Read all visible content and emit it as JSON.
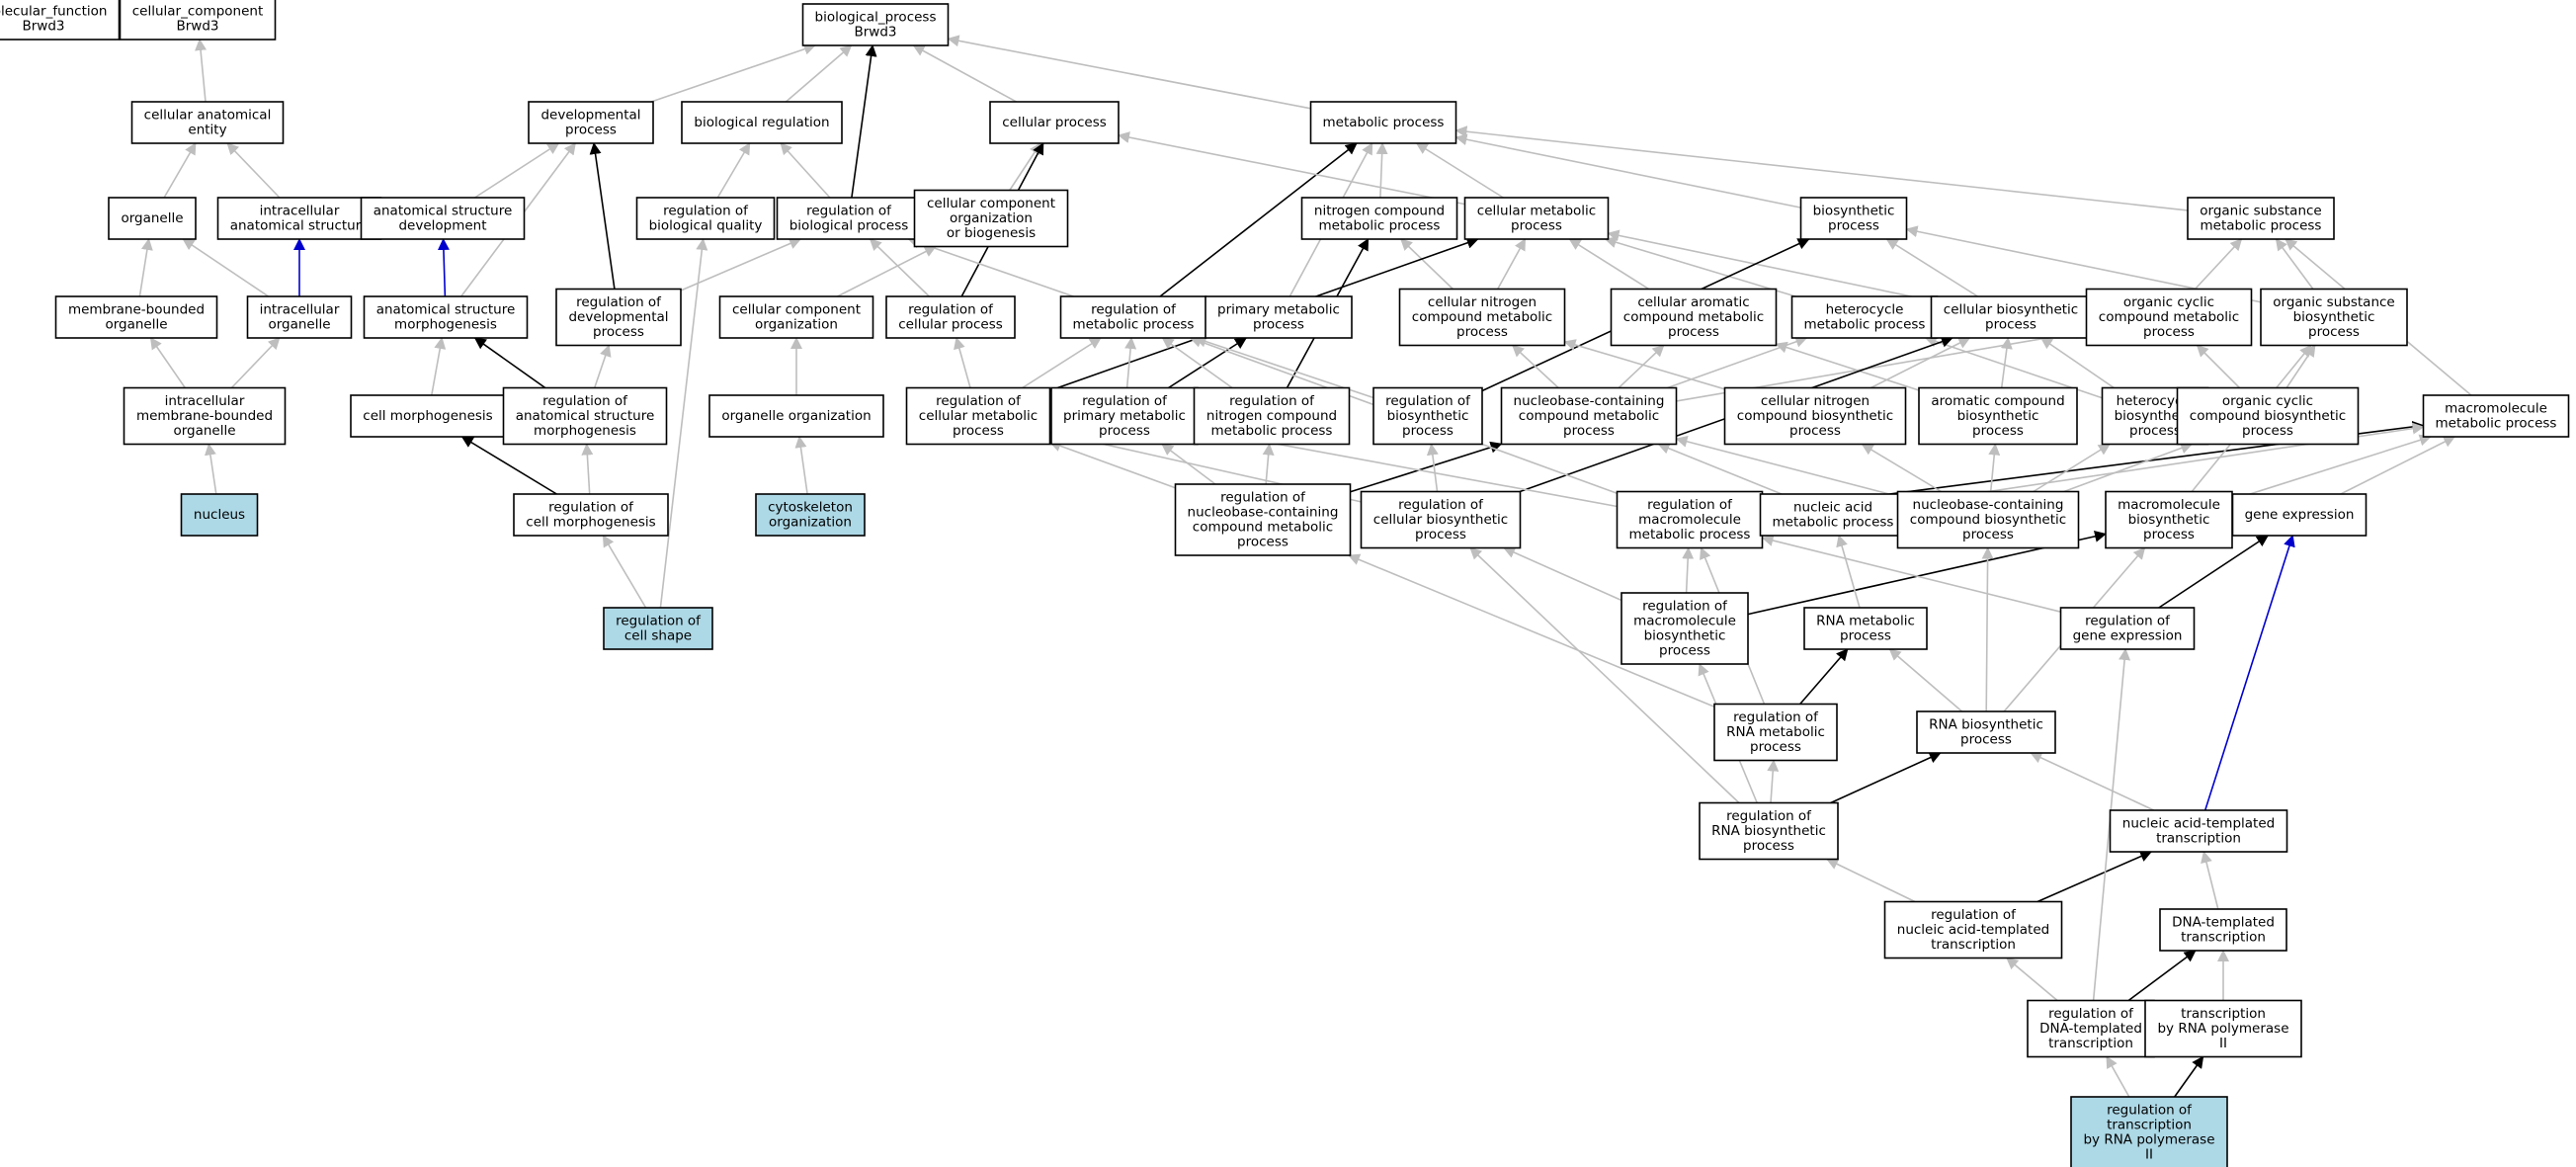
{
  "colors": {
    "node_fill": "#ffffff",
    "highlight_fill": "#add8e6",
    "edge_is_a": "#bebebe",
    "edge_regulates": "#000000",
    "edge_part_of": "#0000cd"
  },
  "nodes": [
    {
      "id": "mf",
      "lines": [
        "molecular_function",
        "Brwd3"
      ]
    },
    {
      "id": "cc",
      "lines": [
        "cellular_component",
        "Brwd3"
      ]
    },
    {
      "id": "bp",
      "lines": [
        "biological_process",
        "Brwd3"
      ]
    },
    {
      "id": "cae",
      "lines": [
        "cellular anatomical",
        "entity"
      ]
    },
    {
      "id": "devp",
      "lines": [
        "developmental",
        "process"
      ]
    },
    {
      "id": "biored",
      "lines": [
        "biological regulation"
      ]
    },
    {
      "id": "cellp",
      "lines": [
        "cellular process"
      ]
    },
    {
      "id": "metp",
      "lines": [
        "metabolic process"
      ]
    },
    {
      "id": "organelle",
      "lines": [
        "organelle"
      ]
    },
    {
      "id": "ias",
      "lines": [
        "intracellular",
        "anatomical structure"
      ]
    },
    {
      "id": "asd",
      "lines": [
        "anatomical structure",
        "development"
      ]
    },
    {
      "id": "rbq",
      "lines": [
        "regulation of",
        "biological quality"
      ]
    },
    {
      "id": "rbp",
      "lines": [
        "regulation of",
        "biological process"
      ]
    },
    {
      "id": "ccob",
      "lines": [
        "cellular component",
        "organization",
        "or biogenesis"
      ]
    },
    {
      "id": "ncmp",
      "lines": [
        "nitrogen compound",
        "metabolic process"
      ]
    },
    {
      "id": "cmp",
      "lines": [
        "cellular metabolic",
        "process"
      ]
    },
    {
      "id": "biosyn",
      "lines": [
        "biosynthetic",
        "process"
      ]
    },
    {
      "id": "osmp",
      "lines": [
        "organic substance",
        "metabolic process"
      ]
    },
    {
      "id": "mbo",
      "lines": [
        "membrane-bounded",
        "organelle"
      ]
    },
    {
      "id": "io",
      "lines": [
        "intracellular",
        "organelle"
      ]
    },
    {
      "id": "asm",
      "lines": [
        "anatomical structure",
        "morphogenesis"
      ]
    },
    {
      "id": "rdp",
      "lines": [
        "regulation of",
        "developmental",
        "process"
      ]
    },
    {
      "id": "cco",
      "lines": [
        "cellular component",
        "organization"
      ]
    },
    {
      "id": "rcp",
      "lines": [
        "regulation of",
        "cellular process"
      ]
    },
    {
      "id": "rmp",
      "lines": [
        "regulation of",
        "metabolic process"
      ]
    },
    {
      "id": "pmp",
      "lines": [
        "primary metabolic",
        "process"
      ]
    },
    {
      "id": "cncmp",
      "lines": [
        "cellular nitrogen",
        "compound metabolic",
        "process"
      ]
    },
    {
      "id": "camp",
      "lines": [
        "cellular aromatic",
        "compound metabolic",
        "process"
      ]
    },
    {
      "id": "hmp",
      "lines": [
        "heterocycle",
        "metabolic process"
      ]
    },
    {
      "id": "cbp",
      "lines": [
        "cellular biosynthetic",
        "process"
      ]
    },
    {
      "id": "occmp",
      "lines": [
        "organic cyclic",
        "compound metabolic",
        "process"
      ]
    },
    {
      "id": "osbp",
      "lines": [
        "organic substance",
        "biosynthetic",
        "process"
      ]
    },
    {
      "id": "imbo",
      "lines": [
        "intracellular",
        "membrane-bounded",
        "organelle"
      ]
    },
    {
      "id": "cm",
      "lines": [
        "cell morphogenesis"
      ]
    },
    {
      "id": "rasm",
      "lines": [
        "regulation of",
        "anatomical structure",
        "morphogenesis"
      ]
    },
    {
      "id": "oo",
      "lines": [
        "organelle organization"
      ]
    },
    {
      "id": "rcmp",
      "lines": [
        "regulation of",
        "cellular metabolic",
        "process"
      ]
    },
    {
      "id": "rpmp",
      "lines": [
        "regulation of",
        "primary metabolic",
        "process"
      ]
    },
    {
      "id": "rncmp",
      "lines": [
        "regulation of",
        "nitrogen compound",
        "metabolic process"
      ]
    },
    {
      "id": "rbiosyn",
      "lines": [
        "regulation of",
        "biosynthetic",
        "process"
      ]
    },
    {
      "id": "nbcmp",
      "lines": [
        "nucleobase-containing",
        "compound metabolic",
        "process"
      ]
    },
    {
      "id": "cncbp",
      "lines": [
        "cellular nitrogen",
        "compound biosynthetic",
        "process"
      ]
    },
    {
      "id": "acbp",
      "lines": [
        "aromatic compound",
        "biosynthetic",
        "process"
      ]
    },
    {
      "id": "hbp",
      "lines": [
        "heterocycle",
        "biosynthetic",
        "process"
      ]
    },
    {
      "id": "occbp",
      "lines": [
        "organic cyclic",
        "compound biosynthetic",
        "process"
      ]
    },
    {
      "id": "mmp",
      "lines": [
        "macromolecule",
        "metabolic process"
      ]
    },
    {
      "id": "nucleus",
      "lines": [
        "nucleus"
      ],
      "highlight": true
    },
    {
      "id": "rcm",
      "lines": [
        "regulation of",
        "cell morphogenesis"
      ]
    },
    {
      "id": "co",
      "lines": [
        "cytoskeleton",
        "organization"
      ],
      "highlight": true
    },
    {
      "id": "rnbcmp",
      "lines": [
        "regulation of",
        "nucleobase-containing",
        "compound metabolic",
        "process"
      ]
    },
    {
      "id": "rcbp",
      "lines": [
        "regulation of",
        "cellular biosynthetic",
        "process"
      ]
    },
    {
      "id": "rmmp",
      "lines": [
        "regulation of",
        "macromolecule",
        "metabolic process"
      ]
    },
    {
      "id": "namp",
      "lines": [
        "nucleic acid",
        "metabolic process"
      ]
    },
    {
      "id": "nbcbp",
      "lines": [
        "nucleobase-containing",
        "compound biosynthetic",
        "process"
      ]
    },
    {
      "id": "mbp",
      "lines": [
        "macromolecule",
        "biosynthetic",
        "process"
      ]
    },
    {
      "id": "ge",
      "lines": [
        "gene expression"
      ]
    },
    {
      "id": "rcs",
      "lines": [
        "regulation of",
        "cell shape"
      ],
      "highlight": true
    },
    {
      "id": "rmbp",
      "lines": [
        "regulation of",
        "macromolecule",
        "biosynthetic",
        "process"
      ]
    },
    {
      "id": "rnamp",
      "lines": [
        "RNA metabolic",
        "process"
      ]
    },
    {
      "id": "rge",
      "lines": [
        "regulation of",
        "gene expression"
      ]
    },
    {
      "id": "rrnamp",
      "lines": [
        "regulation of",
        "RNA metabolic",
        "process"
      ]
    },
    {
      "id": "rnabp",
      "lines": [
        "RNA biosynthetic",
        "process"
      ]
    },
    {
      "id": "rrnabp",
      "lines": [
        "regulation of",
        "RNA biosynthetic",
        "process"
      ]
    },
    {
      "id": "natt",
      "lines": [
        "nucleic acid-templated",
        "transcription"
      ]
    },
    {
      "id": "rnatt",
      "lines": [
        "regulation of",
        "nucleic acid-templated",
        "transcription"
      ]
    },
    {
      "id": "dtt",
      "lines": [
        "DNA-templated",
        "transcription"
      ]
    },
    {
      "id": "rdtt",
      "lines": [
        "regulation of",
        "DNA-templated",
        "transcription"
      ]
    },
    {
      "id": "trp2",
      "lines": [
        "transcription",
        "by RNA polymerase",
        "II"
      ]
    },
    {
      "id": "rtrp2",
      "lines": [
        "regulation of",
        "transcription",
        "by RNA polymerase",
        "II"
      ],
      "highlight": true
    }
  ],
  "edges": [
    {
      "from": "cae",
      "to": "cc",
      "type": "is_a"
    },
    {
      "from": "organelle",
      "to": "cae",
      "type": "is_a"
    },
    {
      "from": "ias",
      "to": "cae",
      "type": "is_a"
    },
    {
      "from": "mbo",
      "to": "organelle",
      "type": "is_a"
    },
    {
      "from": "io",
      "to": "organelle",
      "type": "is_a"
    },
    {
      "from": "io",
      "to": "ias",
      "type": "part_of"
    },
    {
      "from": "imbo",
      "to": "mbo",
      "type": "is_a"
    },
    {
      "from": "imbo",
      "to": "io",
      "type": "is_a"
    },
    {
      "from": "nucleus",
      "to": "imbo",
      "type": "is_a"
    },
    {
      "from": "devp",
      "to": "bp",
      "type": "is_a"
    },
    {
      "from": "biored",
      "to": "bp",
      "type": "is_a"
    },
    {
      "from": "cellp",
      "to": "bp",
      "type": "is_a"
    },
    {
      "from": "metp",
      "to": "bp",
      "type": "is_a"
    },
    {
      "from": "asd",
      "to": "devp",
      "type": "is_a"
    },
    {
      "from": "asm",
      "to": "asd",
      "type": "part_of"
    },
    {
      "from": "asm",
      "to": "devp",
      "type": "is_a"
    },
    {
      "from": "rbq",
      "to": "biored",
      "type": "is_a"
    },
    {
      "from": "rbp",
      "to": "biored",
      "type": "is_a"
    },
    {
      "from": "rbp",
      "to": "bp",
      "type": "regulates"
    },
    {
      "from": "ccob",
      "to": "cellp",
      "type": "is_a"
    },
    {
      "from": "rdp",
      "to": "rbp",
      "type": "is_a"
    },
    {
      "from": "rdp",
      "to": "devp",
      "type": "regulates"
    },
    {
      "from": "cm",
      "to": "asm",
      "type": "is_a"
    },
    {
      "from": "rasm",
      "to": "rdp",
      "type": "is_a"
    },
    {
      "from": "rasm",
      "to": "asm",
      "type": "regulates"
    },
    {
      "from": "rcm",
      "to": "rasm",
      "type": "is_a"
    },
    {
      "from": "rcm",
      "to": "cm",
      "type": "regulates"
    },
    {
      "from": "rcs",
      "to": "rcm",
      "type": "is_a"
    },
    {
      "from": "rcs",
      "to": "rbq",
      "type": "is_a"
    },
    {
      "from": "cco",
      "to": "ccob",
      "type": "is_a"
    },
    {
      "from": "oo",
      "to": "cco",
      "type": "is_a"
    },
    {
      "from": "co",
      "to": "oo",
      "type": "is_a"
    },
    {
      "from": "rcp",
      "to": "rbp",
      "type": "is_a"
    },
    {
      "from": "rcp",
      "to": "cellp",
      "type": "regulates"
    },
    {
      "from": "rmp",
      "to": "rbp",
      "type": "is_a"
    },
    {
      "from": "rmp",
      "to": "metp",
      "type": "regulates"
    },
    {
      "from": "ncmp",
      "to": "metp",
      "type": "is_a"
    },
    {
      "from": "cmp",
      "to": "metp",
      "type": "is_a"
    },
    {
      "from": "cmp",
      "to": "cellp",
      "type": "is_a"
    },
    {
      "from": "biosyn",
      "to": "metp",
      "type": "is_a"
    },
    {
      "from": "osmp",
      "to": "metp",
      "type": "is_a"
    },
    {
      "from": "pmp",
      "to": "metp",
      "type": "is_a"
    },
    {
      "from": "cncmp",
      "to": "cmp",
      "type": "is_a"
    },
    {
      "from": "cncmp",
      "to": "ncmp",
      "type": "is_a"
    },
    {
      "from": "camp",
      "to": "cmp",
      "type": "is_a"
    },
    {
      "from": "hmp",
      "to": "cmp",
      "type": "is_a"
    },
    {
      "from": "cbp",
      "to": "cmp",
      "type": "is_a"
    },
    {
      "from": "cbp",
      "to": "biosyn",
      "type": "is_a"
    },
    {
      "from": "occmp",
      "to": "osmp",
      "type": "is_a"
    },
    {
      "from": "osbp",
      "to": "osmp",
      "type": "is_a"
    },
    {
      "from": "osbp",
      "to": "biosyn",
      "type": "is_a"
    },
    {
      "from": "rcmp",
      "to": "rmp",
      "type": "is_a"
    },
    {
      "from": "rcmp",
      "to": "rcp",
      "type": "is_a"
    },
    {
      "from": "rcmp",
      "to": "cmp",
      "type": "regulates"
    },
    {
      "from": "rpmp",
      "to": "rmp",
      "type": "is_a"
    },
    {
      "from": "rpmp",
      "to": "pmp",
      "type": "regulates"
    },
    {
      "from": "rncmp",
      "to": "rmp",
      "type": "is_a"
    },
    {
      "from": "rncmp",
      "to": "ncmp",
      "type": "regulates"
    },
    {
      "from": "rbiosyn",
      "to": "rmp",
      "type": "is_a"
    },
    {
      "from": "rbiosyn",
      "to": "biosyn",
      "type": "regulates"
    },
    {
      "from": "nbcmp",
      "to": "cncmp",
      "type": "is_a"
    },
    {
      "from": "nbcmp",
      "to": "camp",
      "type": "is_a"
    },
    {
      "from": "nbcmp",
      "to": "hmp",
      "type": "is_a"
    },
    {
      "from": "nbcmp",
      "to": "occmp",
      "type": "is_a"
    },
    {
      "from": "cncbp",
      "to": "cbp",
      "type": "is_a"
    },
    {
      "from": "cncbp",
      "to": "cncmp",
      "type": "is_a"
    },
    {
      "from": "acbp",
      "to": "cbp",
      "type": "is_a"
    },
    {
      "from": "acbp",
      "to": "camp",
      "type": "is_a"
    },
    {
      "from": "hbp",
      "to": "cbp",
      "type": "is_a"
    },
    {
      "from": "hbp",
      "to": "hmp",
      "type": "is_a"
    },
    {
      "from": "occbp",
      "to": "occmp",
      "type": "is_a"
    },
    {
      "from": "occbp",
      "to": "osbp",
      "type": "is_a"
    },
    {
      "from": "mmp",
      "to": "osmp",
      "type": "is_a"
    },
    {
      "from": "rnbcmp",
      "to": "rcmp",
      "type": "is_a"
    },
    {
      "from": "rnbcmp",
      "to": "rpmp",
      "type": "is_a"
    },
    {
      "from": "rnbcmp",
      "to": "rncmp",
      "type": "is_a"
    },
    {
      "from": "rnbcmp",
      "to": "nbcmp",
      "type": "regulates"
    },
    {
      "from": "rcbp",
      "to": "rbiosyn",
      "type": "is_a"
    },
    {
      "from": "rcbp",
      "to": "rcmp",
      "type": "is_a"
    },
    {
      "from": "rcbp",
      "to": "cbp",
      "type": "regulates"
    },
    {
      "from": "rmmp",
      "to": "rpmp",
      "type": "is_a"
    },
    {
      "from": "rmmp",
      "to": "rmp",
      "type": "is_a"
    },
    {
      "from": "rmmp",
      "to": "mmp",
      "type": "regulates"
    },
    {
      "from": "namp",
      "to": "nbcmp",
      "type": "is_a"
    },
    {
      "from": "namp",
      "to": "mmp",
      "type": "is_a"
    },
    {
      "from": "nbcbp",
      "to": "nbcmp",
      "type": "is_a"
    },
    {
      "from": "nbcbp",
      "to": "cncbp",
      "type": "is_a"
    },
    {
      "from": "nbcbp",
      "to": "acbp",
      "type": "is_a"
    },
    {
      "from": "nbcbp",
      "to": "hbp",
      "type": "is_a"
    },
    {
      "from": "nbcbp",
      "to": "occbp",
      "type": "is_a"
    },
    {
      "from": "mbp",
      "to": "mmp",
      "type": "is_a"
    },
    {
      "from": "mbp",
      "to": "osbp",
      "type": "is_a"
    },
    {
      "from": "ge",
      "to": "mmp",
      "type": "is_a"
    },
    {
      "from": "rmbp",
      "to": "rmmp",
      "type": "is_a"
    },
    {
      "from": "rmbp",
      "to": "rcbp",
      "type": "is_a"
    },
    {
      "from": "rmbp",
      "to": "mbp",
      "type": "regulates"
    },
    {
      "from": "rnamp",
      "to": "namp",
      "type": "is_a"
    },
    {
      "from": "rge",
      "to": "rmmp",
      "type": "is_a"
    },
    {
      "from": "rge",
      "to": "ge",
      "type": "regulates"
    },
    {
      "from": "rrnamp",
      "to": "rnbcmp",
      "type": "is_a"
    },
    {
      "from": "rrnamp",
      "to": "rmmp",
      "type": "is_a"
    },
    {
      "from": "rrnamp",
      "to": "rnamp",
      "type": "regulates"
    },
    {
      "from": "rnabp",
      "to": "rnamp",
      "type": "is_a"
    },
    {
      "from": "rnabp",
      "to": "nbcbp",
      "type": "is_a"
    },
    {
      "from": "rnabp",
      "to": "mbp",
      "type": "is_a"
    },
    {
      "from": "rrnabp",
      "to": "rrnamp",
      "type": "is_a"
    },
    {
      "from": "rrnabp",
      "to": "rmbp",
      "type": "is_a"
    },
    {
      "from": "rrnabp",
      "to": "rcbp",
      "type": "is_a"
    },
    {
      "from": "rrnabp",
      "to": "rnabp",
      "type": "regulates"
    },
    {
      "from": "natt",
      "to": "rnabp",
      "type": "is_a"
    },
    {
      "from": "natt",
      "to": "ge",
      "type": "part_of"
    },
    {
      "from": "rnatt",
      "to": "rrnabp",
      "type": "is_a"
    },
    {
      "from": "rnatt",
      "to": "natt",
      "type": "regulates"
    },
    {
      "from": "dtt",
      "to": "natt",
      "type": "is_a"
    },
    {
      "from": "rdtt",
      "to": "rnatt",
      "type": "is_a"
    },
    {
      "from": "rdtt",
      "to": "rge",
      "type": "is_a"
    },
    {
      "from": "rdtt",
      "to": "dtt",
      "type": "regulates"
    },
    {
      "from": "trp2",
      "to": "dtt",
      "type": "is_a"
    },
    {
      "from": "rtrp2",
      "to": "rdtt",
      "type": "is_a"
    },
    {
      "from": "rtrp2",
      "to": "trp2",
      "type": "regulates"
    }
  ]
}
